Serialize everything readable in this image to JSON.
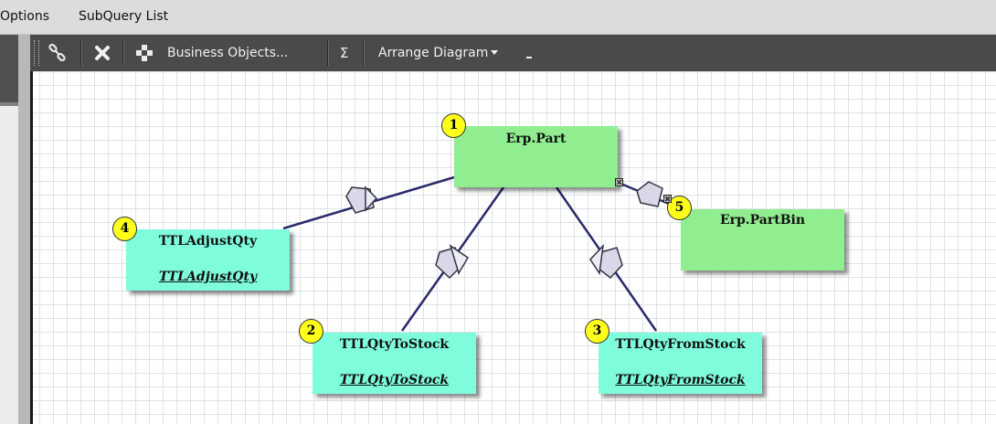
{
  "menubar": {
    "items": [
      {
        "label": "Options"
      },
      {
        "label": "SubQuery List"
      }
    ]
  },
  "toolbar": {
    "buttons": [
      {
        "icon": "link-icon"
      },
      {
        "icon": "delete-icon"
      },
      {
        "icon": "business-objects-icon",
        "label": "Business Objects..."
      },
      {
        "icon": "sigma-icon",
        "label": "Σ"
      },
      {
        "label": "Arrange Diagram",
        "icon": "dropdown-arrow-icon"
      }
    ]
  },
  "diagram": {
    "colors": {
      "erp_table": "#90ee90",
      "query_table": "#7ffcdc",
      "link_line": "#2a2a6a",
      "badge": "#ffff1a"
    },
    "nodes": [
      {
        "badge": "1",
        "title": "Erp.Part",
        "subtitle": ""
      },
      {
        "badge": "2",
        "title": "TTLQtyToStock",
        "subtitle": "TTLQtyToStock"
      },
      {
        "badge": "3",
        "title": "TTLQtyFromStock",
        "subtitle": "TTLQtyFromStock"
      },
      {
        "badge": "4",
        "title": "TTLAdjustQty",
        "subtitle": "TTLAdjustQty"
      },
      {
        "badge": "5",
        "title": "Erp.PartBin",
        "subtitle": ""
      }
    ]
  }
}
